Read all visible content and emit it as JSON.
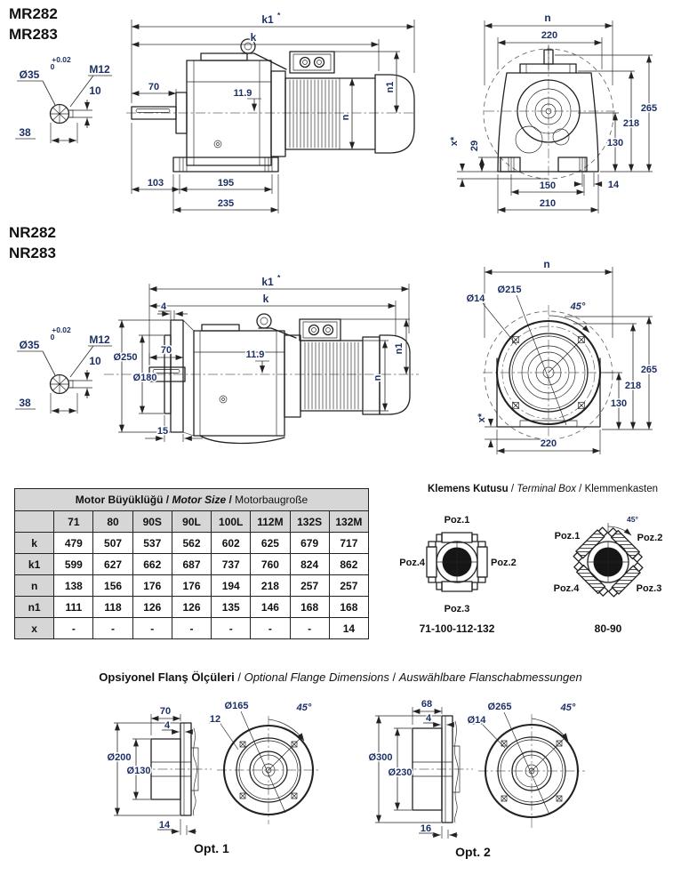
{
  "colors": {
    "line": "#222222",
    "dim_text": "#1d3066",
    "table_header_bg": "#d6d6d6",
    "ink": "#111111"
  },
  "mr": {
    "title1": "MR282",
    "title2": "MR283",
    "shaft": {
      "tol_plus": "+0.02",
      "tol_zero": "0",
      "dia": "Ø35",
      "thread": "M12",
      "key_w": "10",
      "width": "38"
    },
    "side": {
      "k1": "k1",
      "k1_star": "*",
      "k": "k",
      "len70": "70",
      "off119": "11.9",
      "n1": "n1",
      "n": "n",
      "len103": "103",
      "len195": "195",
      "len235": "235"
    },
    "front": {
      "n": "n",
      "w220": "220",
      "h265": "265",
      "h218": "218",
      "h130": "130",
      "h29": "29",
      "x": "x*",
      "w150": "150",
      "w14": "14",
      "w210": "210"
    }
  },
  "nr": {
    "title1": "NR282",
    "title2": "NR283",
    "shaft": {
      "tol_plus": "+0.02",
      "tol_zero": "0",
      "dia": "Ø35",
      "thread": "M12",
      "key_w": "10",
      "width": "38"
    },
    "side": {
      "k1": "k1",
      "k1_star": "*",
      "k": "k",
      "t4": "4",
      "d250": "Ø250",
      "d180": "Ø180",
      "len70": "70",
      "off119": "11.9",
      "n1": "n1",
      "n": "n",
      "t15": "15"
    },
    "front": {
      "n": "n",
      "d215": "Ø215",
      "d14": "Ø14",
      "a45": "45°",
      "h265": "265",
      "h218": "218",
      "h130": "130",
      "x": "x*",
      "w220": "220"
    }
  },
  "size_table": {
    "title": {
      "tr": "Motor Büyüklüğü",
      "sep1": " / ",
      "en": "Motor Size",
      "sep2": " / ",
      "de": "Motorbaugroße"
    },
    "columns": [
      "71",
      "80",
      "90S",
      "90L",
      "100L",
      "112M",
      "132S",
      "132M"
    ],
    "rows": [
      {
        "label": "k",
        "values": [
          "479",
          "507",
          "537",
          "562",
          "602",
          "625",
          "679",
          "717"
        ]
      },
      {
        "label": "k1",
        "values": [
          "599",
          "627",
          "662",
          "687",
          "737",
          "760",
          "824",
          "862"
        ]
      },
      {
        "label": "n",
        "values": [
          "138",
          "156",
          "176",
          "176",
          "194",
          "218",
          "257",
          "257"
        ]
      },
      {
        "label": "n1",
        "values": [
          "111",
          "118",
          "126",
          "126",
          "135",
          "146",
          "168",
          "168"
        ]
      },
      {
        "label": "x",
        "values": [
          "-",
          "-",
          "-",
          "-",
          "-",
          "-",
          "-",
          "14"
        ]
      }
    ]
  },
  "terminal_box": {
    "title": {
      "tr": "Klemens Kutusu",
      "sep1": " / ",
      "en": "Terminal Box",
      "sep2": " / ",
      "de": "Klemmenkasten"
    },
    "box1": {
      "poz1": "Poz.1",
      "poz2": "Poz.2",
      "poz3": "Poz.3",
      "poz4": "Poz.4",
      "caption": "71-100-112-132"
    },
    "box2": {
      "poz1": "Poz.1",
      "poz2": "Poz.2",
      "poz3": "Poz.3",
      "poz4": "Poz.4",
      "angle": "45°",
      "caption": "80-90"
    }
  },
  "flange": {
    "title": {
      "tr": "Opsiyonel Flanş Ölçüleri",
      "sep1": " / ",
      "en": "Optional Flange Dimensions",
      "sep2": " / ",
      "de": "Auswählbare Flanschabmessungen"
    },
    "opt1": {
      "len70": "70",
      "t4": "4",
      "d200": "Ø200",
      "d130": "Ø130",
      "t14": "14",
      "d165": "Ø165",
      "t12": "12",
      "a45": "45°",
      "caption": "Opt. 1"
    },
    "opt2": {
      "len68": "68",
      "t4": "4",
      "d300": "Ø300",
      "d230": "Ø230",
      "t16": "16",
      "d265": "Ø265",
      "d14": "Ø14",
      "a45": "45°",
      "caption": "Opt. 2"
    }
  }
}
